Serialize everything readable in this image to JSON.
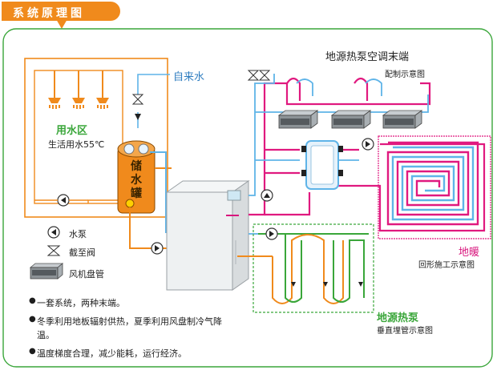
{
  "header": {
    "title": "系统原理图"
  },
  "labels": {
    "water_zone": "用水区",
    "domestic_water": "生活用水55℃",
    "tap_water": "自来水",
    "tank": "储水罐",
    "terminal_title": "地源热泵空调末端",
    "config_diagram": "配制示意图",
    "floor_heating": "地暖",
    "loop_diagram": "回形施工示意图",
    "ground_hp": "地源热泵",
    "vertical_pipe": "垂直埋管示意图"
  },
  "legend": {
    "pump": "水泵",
    "valve": "截至阀",
    "fan_coil": "风机盘管"
  },
  "notes": [
    "一套系统，两种末端。",
    "冬季利用地板辐射供热，夏季利用风盘制冷气降温。",
    "温度梯度合理，减少能耗，运行经济。"
  ],
  "colors": {
    "accent": "#f08a1c",
    "border_green": "#3aa63a",
    "pipe_blue": "#5fb4e8",
    "pipe_pink": "#e0197f",
    "pipe_green": "#3aa63a",
    "pipe_orange": "#f08a1c"
  }
}
